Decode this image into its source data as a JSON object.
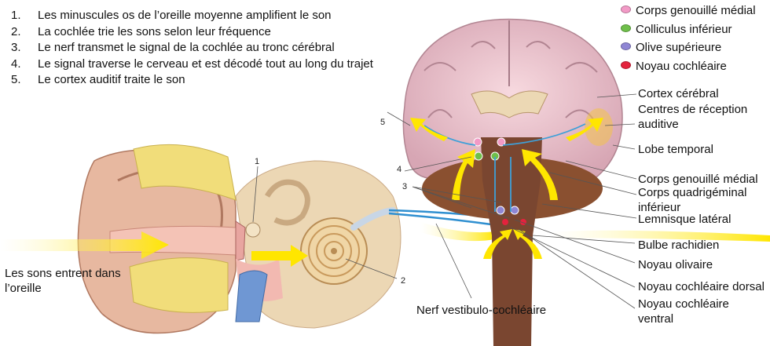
{
  "steps": [
    {
      "num": "1.",
      "text": "Les minuscules os de l’oreille moyenne amplifient le son"
    },
    {
      "num": "2.",
      "text": "La cochlée trie les sons selon leur fréquence"
    },
    {
      "num": "3.",
      "text": "Le nerf transmet le signal de la cochlée au tronc cérébral"
    },
    {
      "num": "4.",
      "text": "Le signal traverse le cerveau et est décodé tout au long du trajet"
    },
    {
      "num": "5.",
      "text": "Le cortex auditif traite le son"
    }
  ],
  "legend": [
    {
      "label": "Corps genouillé médial",
      "color": "#f29ac6"
    },
    {
      "label": "Colliculus inférieur",
      "color": "#6fbf4a"
    },
    {
      "label": "Olive supérieure",
      "color": "#8f86d4"
    },
    {
      "label": "Noyau cochléaire",
      "color": "#e4223d"
    }
  ],
  "labels": {
    "sound_in": "Les sons entrent dans l’oreille",
    "nerf": "Nerf vestibulo-cochléaire",
    "cortex_cerebral": "Cortex cérébral",
    "centres": "Centres de réception auditive",
    "lobe_temporal": "Lobe temporal",
    "corps_genouille": "Corps genouillé médial",
    "corps_quad": "Corps quadrigéminal inférieur",
    "lemnisque": "Lemnisque latéral",
    "bulbe": "Bulbe rachidien",
    "noyau_olivaire": "Noyau olivaire",
    "noyau_dorsal": "Noyau cochléaire dorsal",
    "noyau_ventral": "Noyau cochléaire ventral"
  },
  "markers": {
    "m1": "1",
    "m2": "2",
    "m3": "3",
    "m4": "4",
    "m5": "5"
  }
}
